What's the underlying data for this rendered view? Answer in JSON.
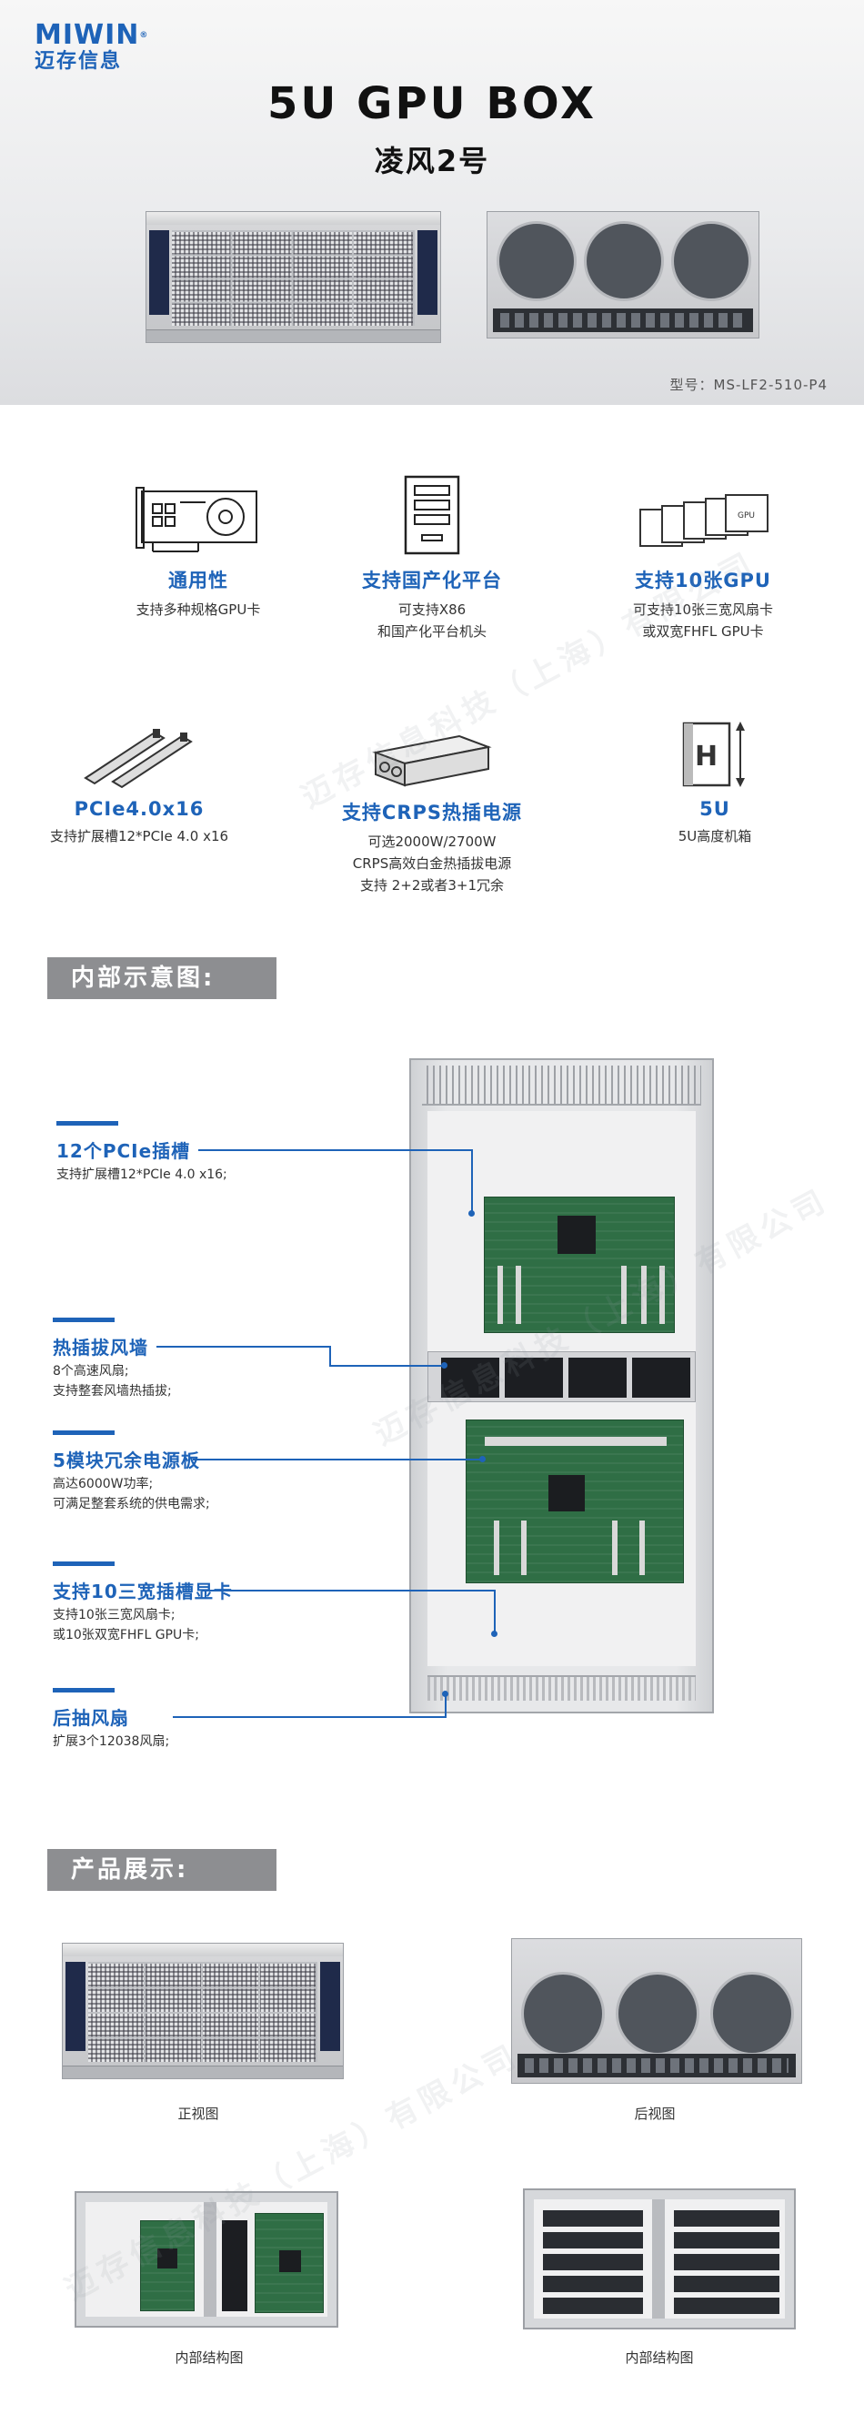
{
  "brand": {
    "logo_en": "MIWIN",
    "logo_reg": "®",
    "logo_cn": "迈存信息",
    "primary_color": "#1e63b8"
  },
  "hero": {
    "title": "5U GPU BOX",
    "subtitle": "凌风2号",
    "model": "型号：MS-LF2-510-P4"
  },
  "features": [
    {
      "icon": "gpu-card-icon",
      "title": "通用性",
      "desc": [
        "支持多种规格GPU卡"
      ]
    },
    {
      "icon": "tower-pc-icon",
      "title": "支持国产化平台",
      "desc": [
        "可支持X86",
        "和国产化平台机头"
      ]
    },
    {
      "icon": "gpu-stack-icon",
      "title": "支持10张GPU",
      "desc": [
        "可支持10张三宽风扇卡",
        "或双宽FHFL GPU卡"
      ]
    },
    {
      "icon": "pcie-slot-icon",
      "title": "PCIe4.0x16",
      "desc": [
        "支持扩展槽12*PCIe 4.0 x16"
      ]
    },
    {
      "icon": "power-supply-icon",
      "title": "支持CRPS热插电源",
      "desc": [
        "可选2000W/2700W",
        "CRPS高效白金热插拔电源",
        "支持 2+2或者3+1冗余"
      ]
    },
    {
      "icon": "height-5u-icon",
      "title": "5U",
      "desc": [
        "5U高度机箱"
      ]
    }
  ],
  "internal": {
    "header": "内部示意图:",
    "callouts": [
      {
        "title": "12个PCIe插槽",
        "desc": [
          "支持扩展槽12*PCIe 4.0 x16;"
        ]
      },
      {
        "title": "热插拔风墙",
        "desc": [
          "8个高速风扇;",
          "支持整套风墙热插拔;"
        ]
      },
      {
        "title": "5模块冗余电源板",
        "desc": [
          "高达6000W功率;",
          "可满足整套系统的供电需求;"
        ]
      },
      {
        "title": "支持10三宽插槽显卡",
        "desc": [
          "支持10张三宽风扇卡;",
          "或10张双宽FHFL GPU卡;"
        ]
      },
      {
        "title": "后抽风扇",
        "desc": [
          "扩展3个12038风扇;"
        ]
      }
    ]
  },
  "display": {
    "header": "产品展示:",
    "captions": [
      "正视图",
      "后视图",
      "内部结构图",
      "内部结构图"
    ]
  },
  "watermark": "迈存信息科技（上海）有限公司"
}
